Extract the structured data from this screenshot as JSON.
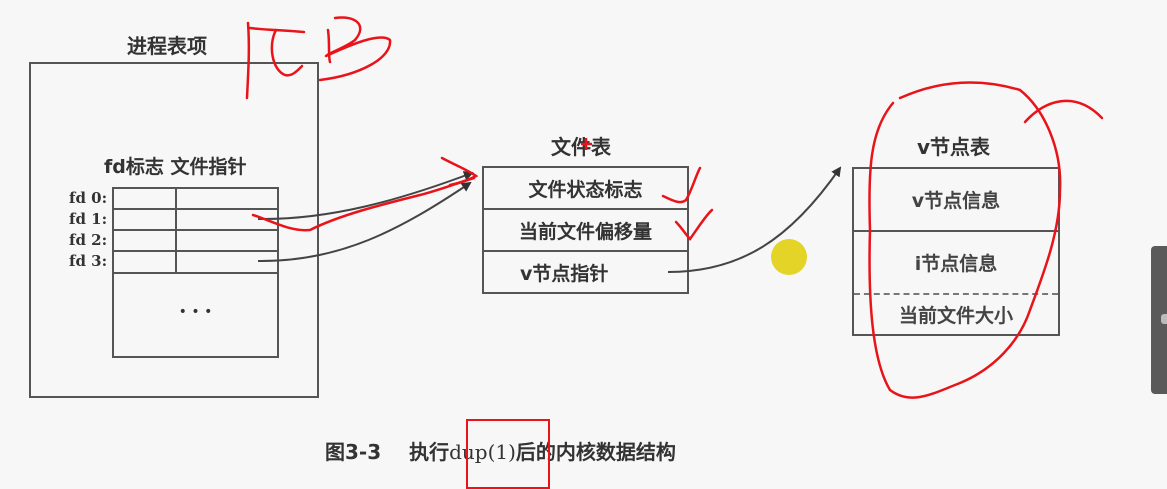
{
  "process_table": {
    "title": "进程表项",
    "column_header": "fd标志 文件指针",
    "rows": [
      {
        "label": "fd 0:"
      },
      {
        "label": "fd 1:"
      },
      {
        "label": "fd 2:"
      },
      {
        "label": "fd 3:"
      }
    ],
    "ellipsis": "• • •"
  },
  "file_table": {
    "title": "文件表",
    "rows": [
      "文件状态标志",
      "当前文件偏移量",
      "v节点指针"
    ]
  },
  "vnode_table": {
    "title": "v节点表",
    "rows": [
      "v节点信息",
      "i节点信息",
      "当前文件大小"
    ]
  },
  "caption": {
    "prefix": "图3-3",
    "text_before": "执行",
    "highlight": "dup(1)",
    "text_after": "后的内核数据结构"
  },
  "annotations": {
    "handwritten_text": "PCB",
    "ink_color": "#e8141a",
    "cursor_color": "#e0cf10"
  }
}
